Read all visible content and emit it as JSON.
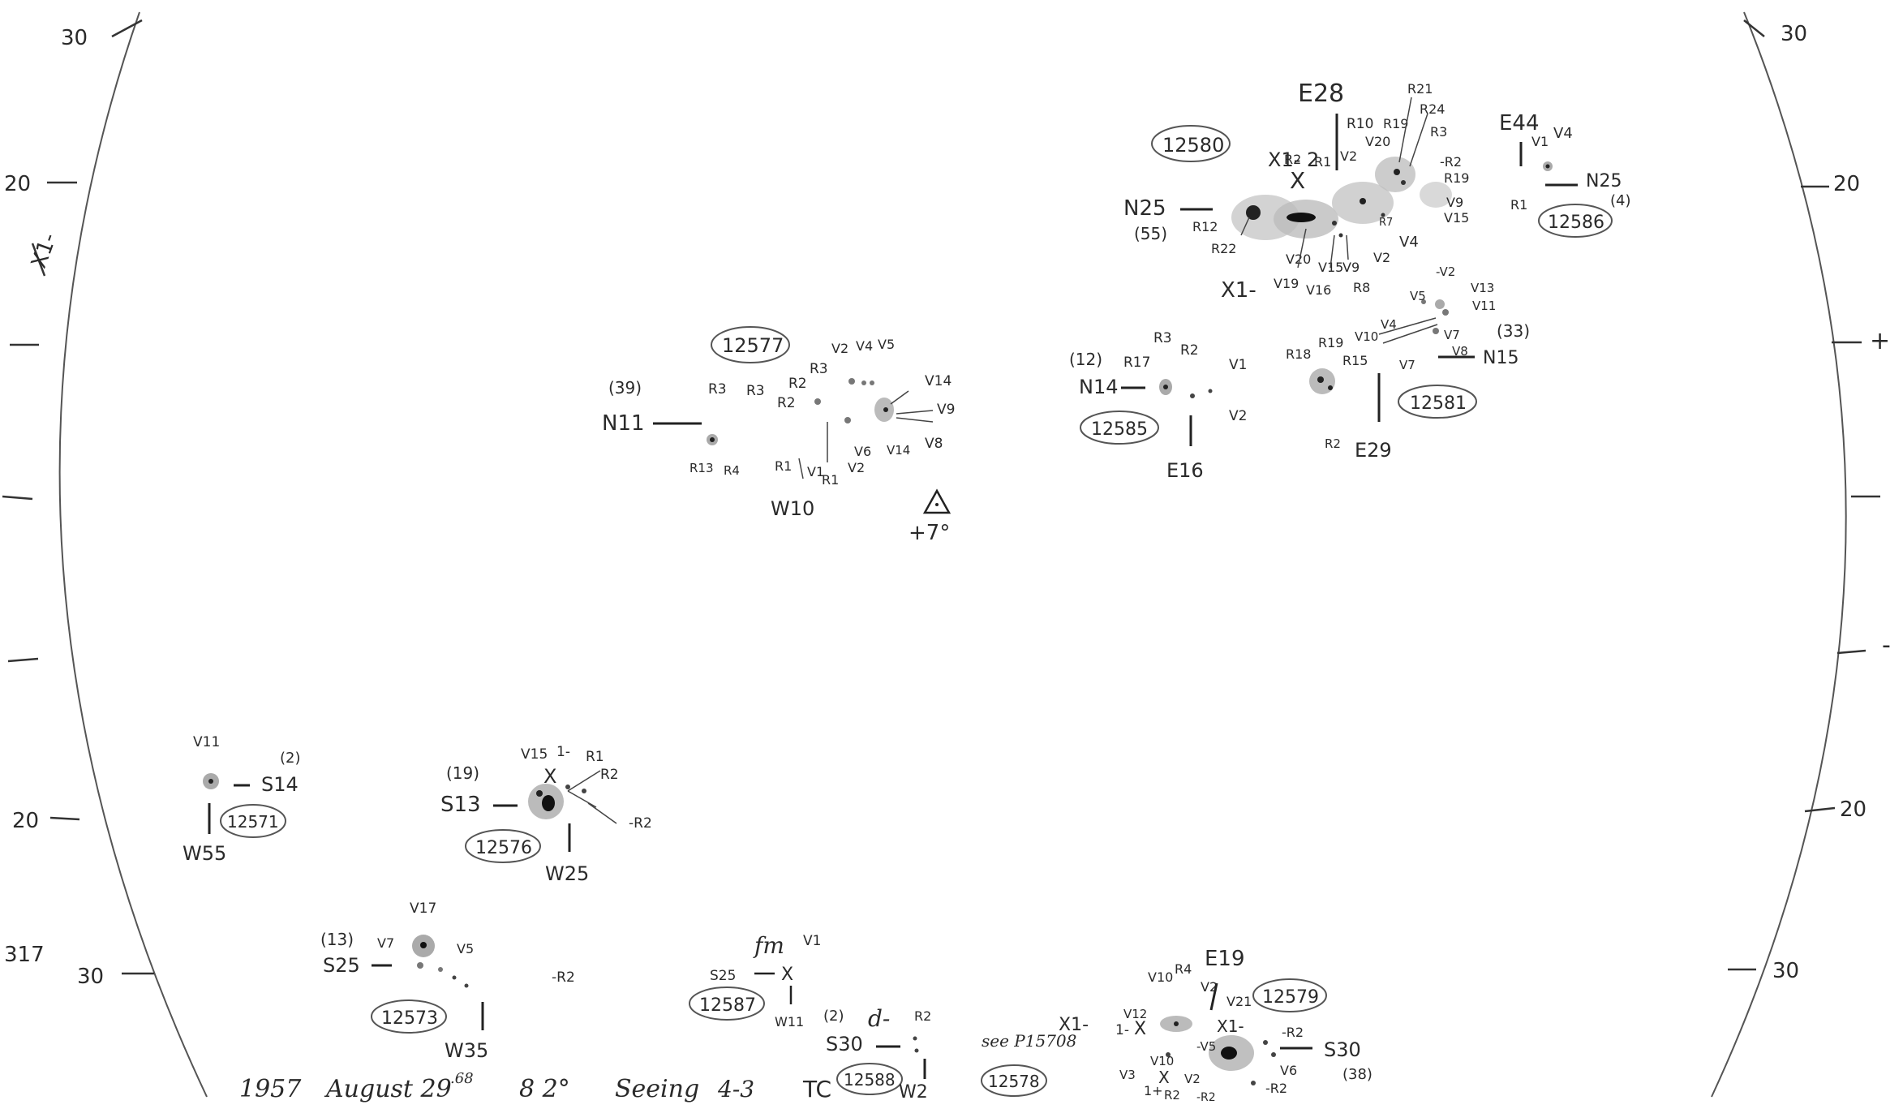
{
  "disk": {
    "scale_left": [
      "30",
      "20",
      "20",
      "30"
    ],
    "scale_right": [
      "30",
      "20",
      "20",
      "30"
    ],
    "left_extra": "317",
    "x_mark": "X1-",
    "right_plus": "+",
    "right_minus": "-",
    "pole_mark": "+7°"
  },
  "groups": [
    {
      "id": "12580",
      "pos": "N25",
      "pos_count": "(55)",
      "lon": "E28",
      "labels": [
        "X1- 2",
        "X",
        "R1",
        "R2",
        "R10",
        "V2",
        "V20",
        "R19",
        "R21",
        "R24",
        "R3",
        "-R2",
        "R19",
        "V9",
        "V15",
        "V4",
        "V2",
        "R7",
        "R8",
        "V9",
        "V15",
        "V16",
        "V20",
        "V19",
        "R12",
        "R22",
        "X1-"
      ]
    },
    {
      "id": "12586",
      "pos": "N25",
      "pos_count": "(4)",
      "lon": "E44",
      "labels": [
        "V1",
        "V4",
        "R1"
      ]
    },
    {
      "id": "12577",
      "pos": "N11",
      "pos_count": "(39)",
      "lon": "W10",
      "labels": [
        "R3",
        "R3",
        "R2",
        "R2",
        "R3",
        "V2",
        "V4",
        "V5",
        "V14",
        "V9",
        "V8",
        "V14",
        "V6",
        "V2",
        "R1",
        "V1",
        "R1",
        "R13",
        "R4"
      ]
    },
    {
      "id": "12585",
      "pos": "N14",
      "pos_count": "(12)",
      "lon": "E16",
      "labels": [
        "R17",
        "R3",
        "R2",
        "V1",
        "V2"
      ]
    },
    {
      "id": "12581",
      "pos": "N15",
      "pos_count": "(33)",
      "lon": "E29",
      "labels": [
        "R18",
        "R19",
        "R15",
        "V10",
        "V4",
        "V5",
        "-V2",
        "V13",
        "V11",
        "V7",
        "V8",
        "V7",
        "R2"
      ]
    },
    {
      "id": "12571",
      "pos": "S14",
      "pos_count": "(2)",
      "lon": "W55",
      "labels": [
        "V11"
      ]
    },
    {
      "id": "12576",
      "pos": "S13",
      "pos_count": "(19)",
      "lon": "W25",
      "labels": [
        "V15",
        "1-",
        "R1",
        "R2",
        "-R2",
        "X"
      ]
    },
    {
      "id": "12573",
      "pos": "S25",
      "pos_count": "(13)",
      "lon": "W35",
      "labels": [
        "V17",
        "V7",
        "V5",
        "-R2"
      ]
    },
    {
      "id": "12587",
      "pos": "S25",
      "pos_count": "",
      "lon": "W11",
      "labels": [
        "fm",
        "V1",
        "X"
      ]
    },
    {
      "id": "12588",
      "pos": "S30",
      "pos_count": "(2)",
      "lon": "W2",
      "labels": [
        "d-",
        "R2"
      ]
    },
    {
      "id": "12578",
      "pos": "see P15708",
      "pos_count": "",
      "lon": "",
      "labels": [
        "X1-"
      ]
    },
    {
      "id": "12579",
      "pos": "S30",
      "pos_count": "(38)",
      "lon": "E19",
      "labels": [
        "V10",
        "R4",
        "V2",
        "V21",
        "V12",
        "1-",
        "X",
        "V10",
        "V3",
        "1+",
        "X",
        "R2",
        "V2",
        "-V5",
        "X1-",
        "-R2",
        "V6",
        "-R2",
        "-R2"
      ]
    }
  ],
  "footer": {
    "year": "1957",
    "date": "August 29",
    "fraction": ".68",
    "angle": "8 2°",
    "seeing_label": "Seeing",
    "seeing_value": "4-3",
    "observer": "TC"
  }
}
